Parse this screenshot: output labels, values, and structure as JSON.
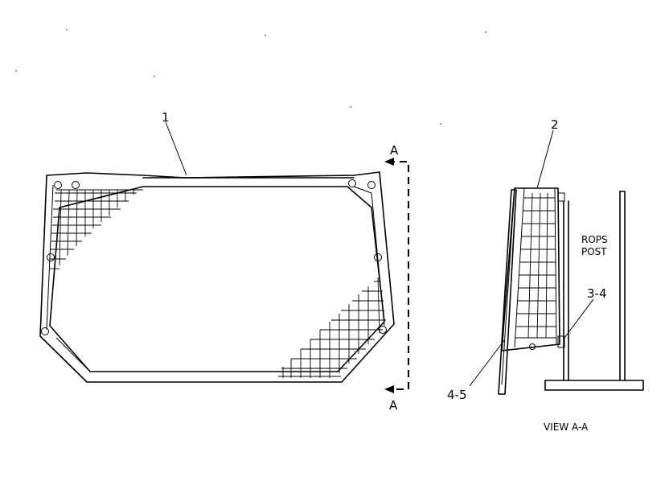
{
  "labels": {
    "callout_1": "1",
    "callout_2": "2",
    "callout_3_4": "3-4",
    "callout_4_5": "4-5",
    "section_top": "A",
    "section_bottom": "A",
    "rops_line1": "ROPS",
    "rops_line2": "POST",
    "view_title": "VIEW A-A"
  }
}
